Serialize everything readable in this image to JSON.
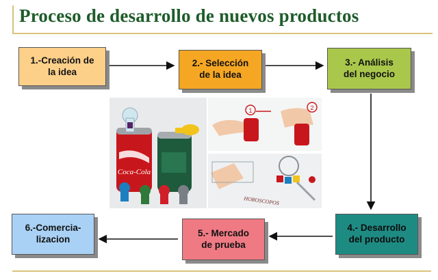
{
  "title": "Proceso de desarrollo de nuevos productos",
  "steps": [
    {
      "label": "1.-Creación de\nla idea"
    },
    {
      "label": "2.- Selección\nde la idea"
    },
    {
      "label": "3.- Análisis\ndel negocio"
    },
    {
      "label": "4.- Desarrollo\ndel producto"
    },
    {
      "label": "5.- Mercado\nde prueba"
    },
    {
      "label": "6.-Comercia-\nlizacion"
    }
  ],
  "photo": {
    "can_left_brand": "Coca-Cola",
    "marker_1": "1",
    "marker_2": "2",
    "horoscope_text": "HOROSCOPOS"
  },
  "colors": {
    "title": "#1e5c2a",
    "step1": "#fdd08a",
    "step2": "#f5a623",
    "step3": "#a9c74b",
    "step4": "#1e8b83",
    "step5": "#ef7a84",
    "step6": "#a9d1f5"
  }
}
